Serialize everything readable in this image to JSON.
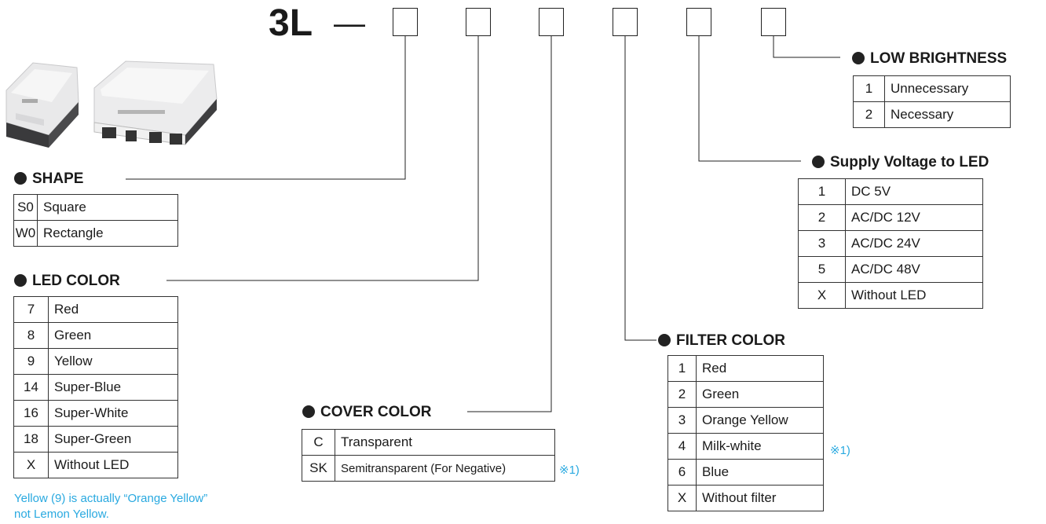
{
  "model": {
    "prefix": "3L",
    "dash": "—"
  },
  "sections": {
    "shape": {
      "title": "SHAPE",
      "rows": [
        {
          "code": "S0",
          "label": "Square"
        },
        {
          "code": "W0",
          "label": "Rectangle"
        }
      ]
    },
    "led_color": {
      "title": "LED COLOR",
      "rows": [
        {
          "code": "7",
          "label": "Red"
        },
        {
          "code": "8",
          "label": "Green"
        },
        {
          "code": "9",
          "label": "Yellow"
        },
        {
          "code": "14",
          "label": "Super-Blue"
        },
        {
          "code": "16",
          "label": "Super-White"
        },
        {
          "code": "18",
          "label": "Super-Green"
        },
        {
          "code": "X",
          "label": "Without LED"
        }
      ],
      "note_lines": [
        "Yellow (9) is actually “Orange Yellow”",
        "not Lemon Yellow."
      ]
    },
    "cover_color": {
      "title": "COVER COLOR",
      "rows": [
        {
          "code": "C",
          "label": "Transparent"
        },
        {
          "code": "SK",
          "label": "Semitransparent (For Negative)"
        }
      ],
      "footnote": "※1)"
    },
    "filter_color": {
      "title": "FILTER COLOR",
      "rows": [
        {
          "code": "1",
          "label": "Red"
        },
        {
          "code": "2",
          "label": "Green"
        },
        {
          "code": "3",
          "label": "Orange Yellow"
        },
        {
          "code": "4",
          "label": "Milk-white"
        },
        {
          "code": "6",
          "label": "Blue"
        },
        {
          "code": "X",
          "label": "Without filter"
        }
      ],
      "footnote": "※1)"
    },
    "supply_voltage": {
      "title": "Supply Voltage to LED",
      "rows": [
        {
          "code": "1",
          "label": "DC  5V"
        },
        {
          "code": "2",
          "label": "AC/DC 12V"
        },
        {
          "code": "3",
          "label": "AC/DC 24V"
        },
        {
          "code": "5",
          "label": "AC/DC 48V"
        },
        {
          "code": "X",
          "label": "Without LED"
        }
      ]
    },
    "low_brightness": {
      "title": "LOW BRIGHTNESS",
      "rows": [
        {
          "code": "1",
          "label": "Unnecessary"
        },
        {
          "code": "2",
          "label": "Necessary"
        }
      ]
    }
  },
  "colors": {
    "footnote": "#29a9e0",
    "lines": "#222222"
  }
}
